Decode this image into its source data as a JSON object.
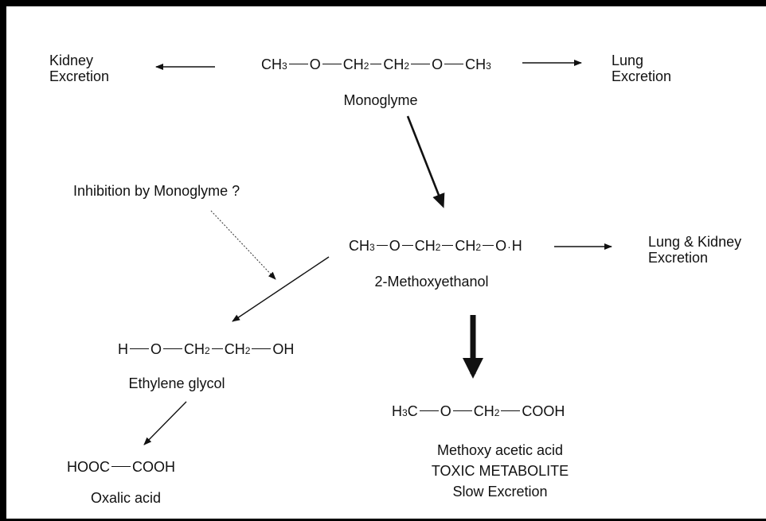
{
  "labels": {
    "kidney_excretion": [
      "Kidney",
      "Excretion"
    ],
    "lung_excretion": [
      "Lung",
      "Excretion"
    ],
    "lung_kidney_excretion": [
      "Lung & Kidney",
      "Excretion"
    ],
    "inhibition": "Inhibition by Monoglyme ?"
  },
  "compounds": {
    "monoglyme": {
      "name": "Monoglyme",
      "tokens": [
        "CH",
        "3",
        "—",
        "O",
        "—",
        "CH",
        "2",
        "—",
        "CH",
        "2",
        "—",
        "O",
        "—",
        "CH",
        "3"
      ]
    },
    "methoxyethanol": {
      "name": "2-Methoxyethanol",
      "tokens": [
        "CH",
        "3",
        "-",
        "O",
        "-",
        "CH",
        "2",
        "-",
        "CH",
        "2",
        "-",
        "O",
        "·",
        "H"
      ]
    },
    "ethylene_glycol": {
      "name": "Ethylene glycol",
      "tokens": [
        "H",
        "—",
        "O",
        "—",
        "CH",
        "2",
        "—",
        "CH",
        "2",
        "—",
        "OH"
      ]
    },
    "methoxy_acetic_acid": {
      "name_lines": [
        "Methoxy acetic acid",
        "TOXIC METABOLITE",
        "Slow Excretion"
      ],
      "tokens": [
        "H",
        "3",
        "C",
        "—",
        "O",
        "—",
        "CH",
        "2",
        "—",
        "COOH"
      ]
    },
    "oxalic_acid": {
      "name": "Oxalic acid",
      "tokens": [
        "HOOC",
        "—",
        "COOH"
      ]
    }
  }
}
